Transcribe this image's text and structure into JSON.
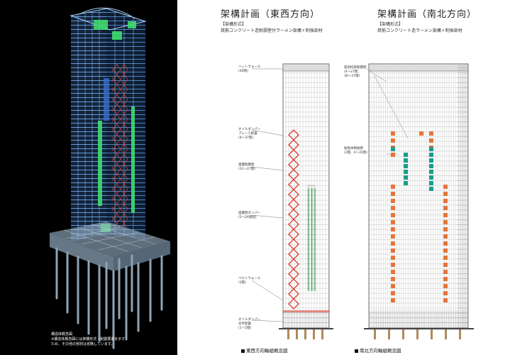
{
  "colors": {
    "background_3d": "#000000",
    "frame_blue": "#7fb8ff",
    "brace_red": "#d93a2b",
    "damper_green": "#39d36b",
    "damper_orange": "#e8733a",
    "damper_teal": "#1a9e86"
  },
  "left_panel": {
    "caption_lines": [
      "構造体概念図",
      "※構造体概念図には架構形式・耐震要素を示す",
      "ため、その他の部材は省略しています。"
    ]
  },
  "east_west": {
    "title": "架構計画（東西方向）",
    "frame_heading": "【架構形式】",
    "frame_type": "鉄筋コンクリート造耐震壁付ラーメン架構＋制振部材",
    "annotations": [
      [
        "ハットウォール",
        "(40階)"
      ],
      [
        "オイルダンパー",
        "ブレース配置",
        "(4～37階)"
      ],
      [
        "連層耐震壁",
        "(31～27階)"
      ],
      [
        "連層壁ダンパー",
        "(5～26階程)"
      ],
      [
        "ベルトウォール",
        "(3階)"
      ],
      [
        "オイルダンパー",
        "水平配置",
        "(1～2階)"
      ]
    ],
    "caption": "東西方向軸組概念図"
  },
  "north_south": {
    "title": "架構計画（南北方向）",
    "frame_heading": "【架構形式】",
    "frame_type": "鉄筋コンクリート造ラーメン架構＋制振部材",
    "annotations": [
      [
        "座屈拘束耐震壁",
        "(4～27階、",
        "36～37階)"
      ],
      [
        "粘性体制振壁",
        "(2階、4～35階)"
      ]
    ],
    "caption": "南北方向軸組概念図"
  }
}
